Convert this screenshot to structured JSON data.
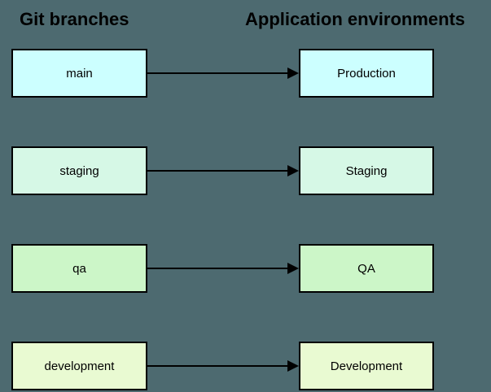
{
  "titles": {
    "left": "Git branches",
    "right": "Application environments"
  },
  "colors": {
    "background": "#4d6a70",
    "node_border": "#000000",
    "arrow": "#000000",
    "title_text": "#000000",
    "node_text": "#000000"
  },
  "rows": [
    {
      "branch": "main",
      "environment": "Production",
      "fill": "#ccffff"
    },
    {
      "branch": "staging",
      "environment": "Staging",
      "fill": "#d6f8e6"
    },
    {
      "branch": "qa",
      "environment": "QA",
      "fill": "#ccf6c8"
    },
    {
      "branch": "development",
      "environment": "Development",
      "fill": "#e9fad2"
    }
  ]
}
